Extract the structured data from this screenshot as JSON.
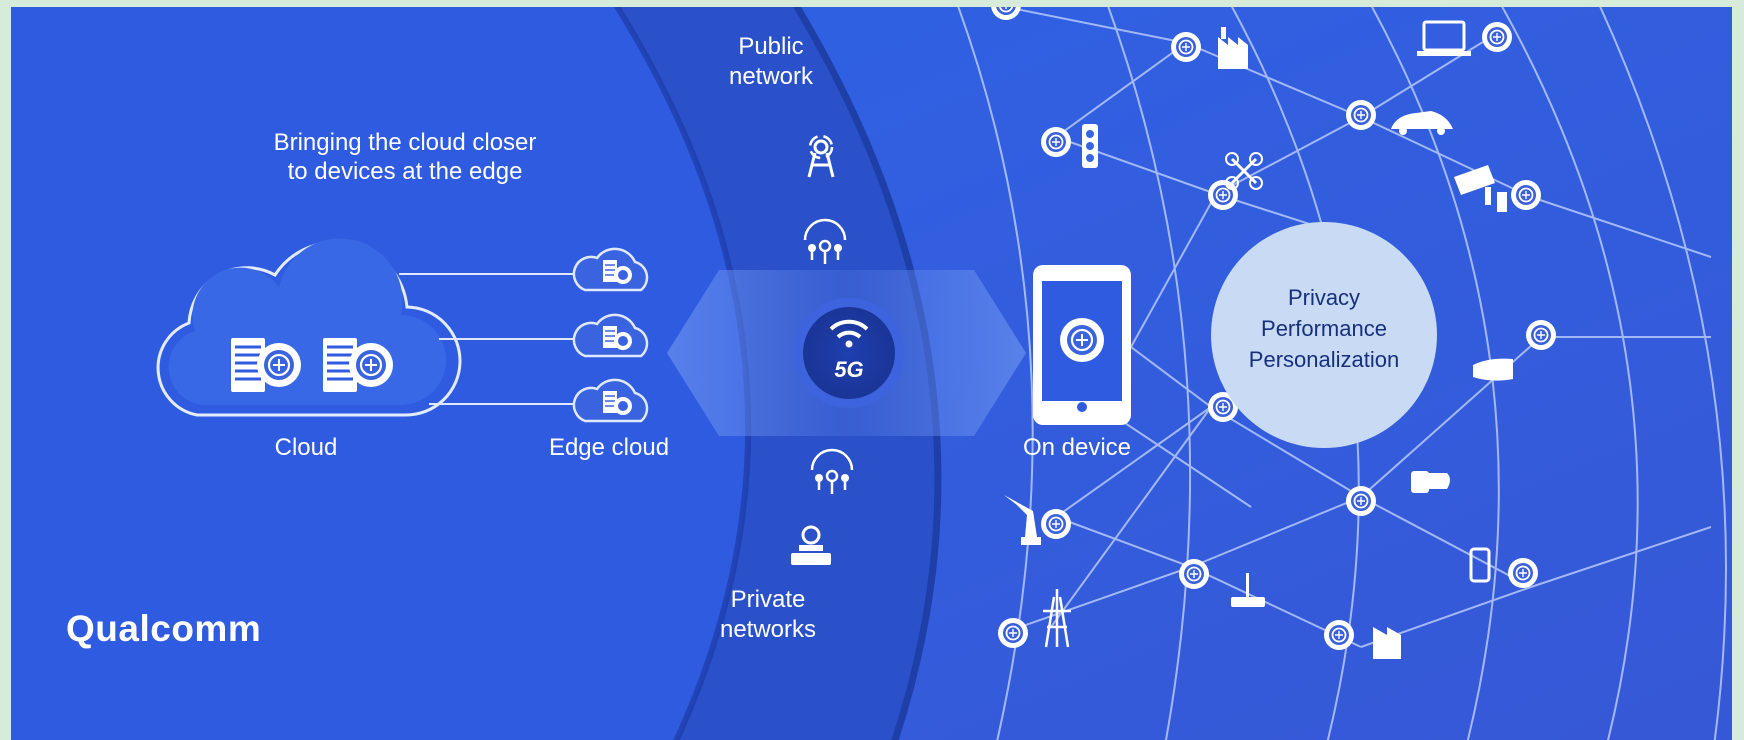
{
  "headline": {
    "line1": "Bringing the cloud closer",
    "line2": "to devices at the edge"
  },
  "labels": {
    "cloud": "Cloud",
    "edge_cloud": "Edge cloud",
    "public_network_line1": "Public",
    "public_network_line2": "network",
    "private_networks_line1": "Private",
    "private_networks_line2": "networks",
    "on_device": "On device",
    "center_badge": "5G"
  },
  "benefits": {
    "line1": "Privacy",
    "line2": "Performance",
    "line3": "Personalization"
  },
  "brand": {
    "logo": "Qualcomm",
    "primary_color": "#2f5ae0",
    "accent_color": "#c8daf4"
  },
  "icons": {
    "cloud_servers": [
      "server-icon",
      "ai-brain-icon",
      "server-icon",
      "ai-brain-icon"
    ],
    "edge_clouds": [
      "edge-cloud-icon",
      "edge-cloud-icon",
      "edge-cloud-icon"
    ],
    "network": [
      "cell-tower-icon",
      "small-cell-icon",
      "5g-icon",
      "small-cell-icon",
      "router-icon"
    ],
    "device": "smartphone-icon",
    "mesh_devices": [
      "factory-icon",
      "laptop-icon",
      "car-icon",
      "traffic-light-icon",
      "drone-icon",
      "security-camera-icon",
      "vr-headset-icon",
      "smart-watch-icon",
      "robot-arm-icon",
      "wifi-router-icon",
      "phone-icon",
      "power-tower-icon",
      "smart-factory-icon"
    ]
  }
}
